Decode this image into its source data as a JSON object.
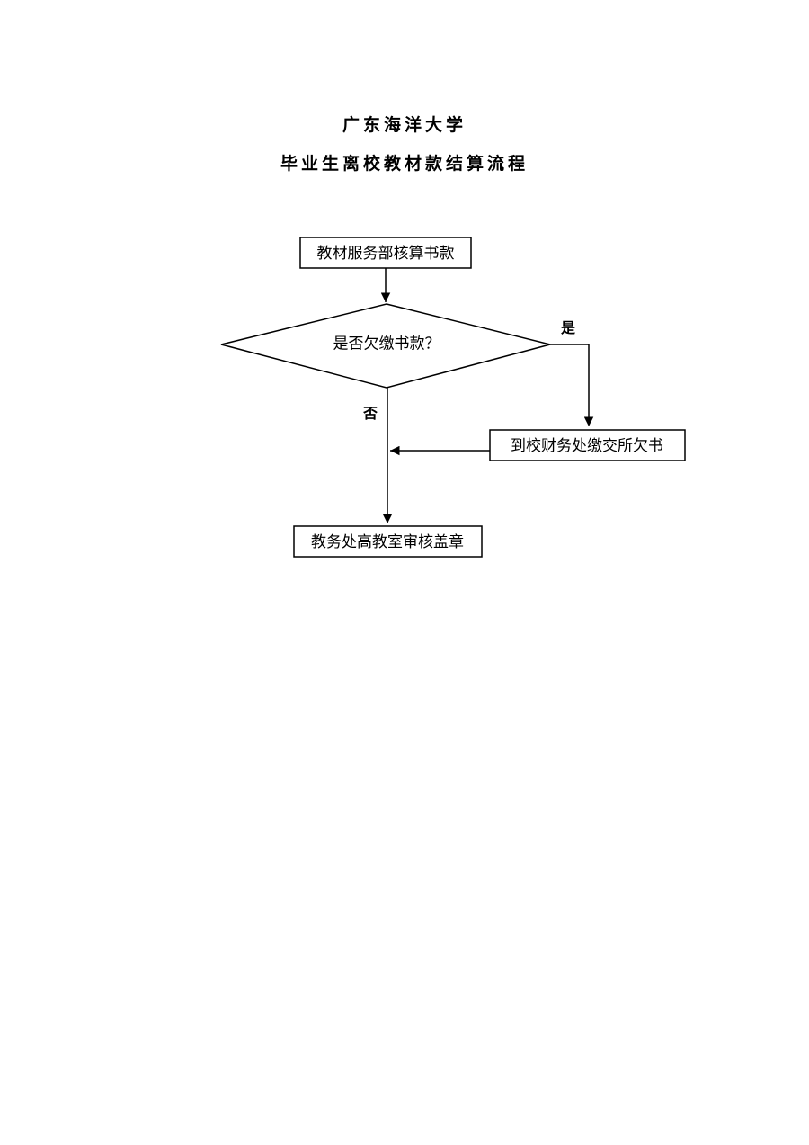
{
  "document": {
    "title_line1": "广东海洋大学",
    "title_line2": "毕业生离校教材款结算流程"
  },
  "flowchart": {
    "nodes": {
      "start": "教材服务部核算书款",
      "decision": "是否欠缴书款？",
      "pay": "到校财务处缴交所欠书",
      "end": "教务处高教室审核盖章"
    },
    "branches": {
      "yes": "是",
      "no": "否"
    }
  }
}
